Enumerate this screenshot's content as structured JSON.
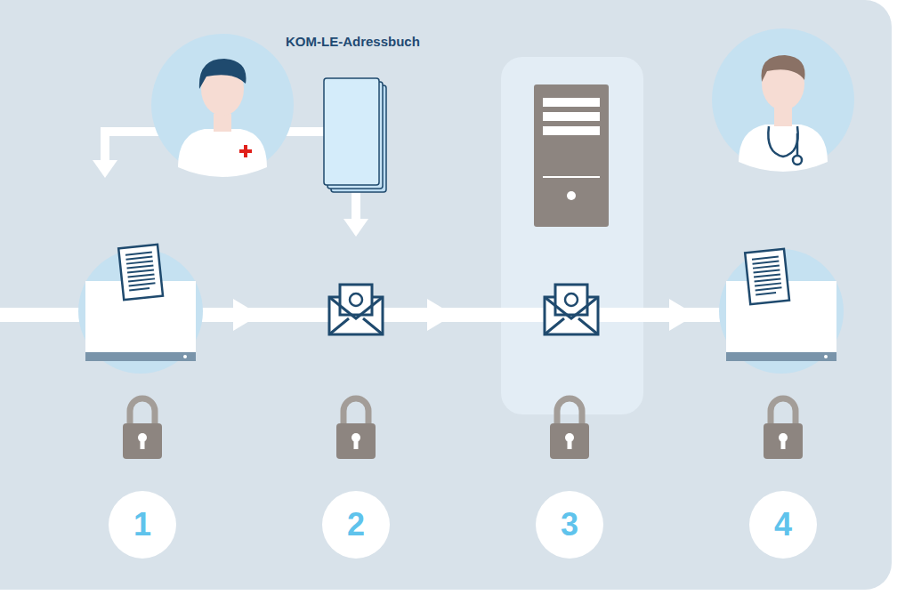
{
  "diagram": {
    "nodes": [
      {
        "text": [
          "1"
        ]
      },
      {
        "text": [
          "2"
        ]
      },
      {
        "text": [
          "3"
        ]
      },
      {
        "text": [
          "4"
        ]
      }
    ],
    "labels": [
      "KOM-LE-Adressbuch"
    ]
  }
}
